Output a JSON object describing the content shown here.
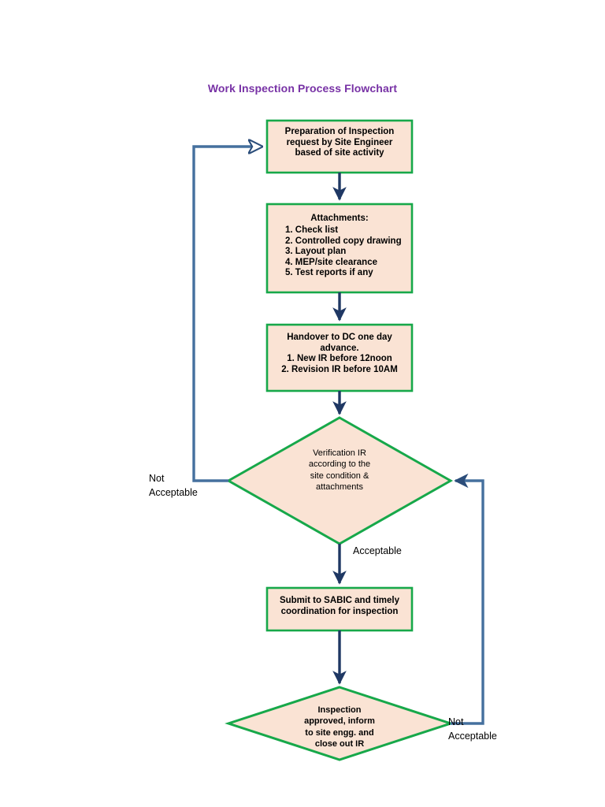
{
  "title": "Work Inspection Process Flowchart",
  "colors": {
    "title": "#7731A5",
    "node_fill": "#FAE3D4",
    "node_stroke": "#17A84A",
    "arrow_main": "#1F3864",
    "arrow_loop": "#45709E",
    "text": "#000000",
    "background": "#FFFFFF"
  },
  "nodes": {
    "preparation": {
      "shape": "process",
      "text": "Preparation of Inspection\nrequest by Site Engineer\nbased of site activity"
    },
    "attachments": {
      "shape": "process",
      "heading": "Attachments:",
      "items": [
        "1. Check list",
        "2. Controlled copy drawing",
        "3. Layout plan",
        "4. MEP/site clearance",
        "5. Test reports if any"
      ],
      "text": "1. Check list\n2. Controlled copy drawing\n3. Layout plan\n4. MEP/site clearance\n5. Test reports if any"
    },
    "handover": {
      "shape": "process",
      "text": "Handover to DC one day\nadvance.\n1. New IR before 12noon\n2. Revision IR before 10AM"
    },
    "verification": {
      "shape": "decision",
      "text": "Verification IR\naccording to the\nsite condition &\nattachments"
    },
    "submit": {
      "shape": "process",
      "text": "Submit to SABIC and timely\ncoordination for inspection"
    },
    "approved": {
      "shape": "decision",
      "text": "Inspection\napproved, inform\nto site engg. and\nclose out IR"
    }
  },
  "edge_labels": {
    "not_acceptable_left": "Not\nAcceptable",
    "acceptable": "Acceptable",
    "not_acceptable_right": "Not\nAcceptable"
  }
}
